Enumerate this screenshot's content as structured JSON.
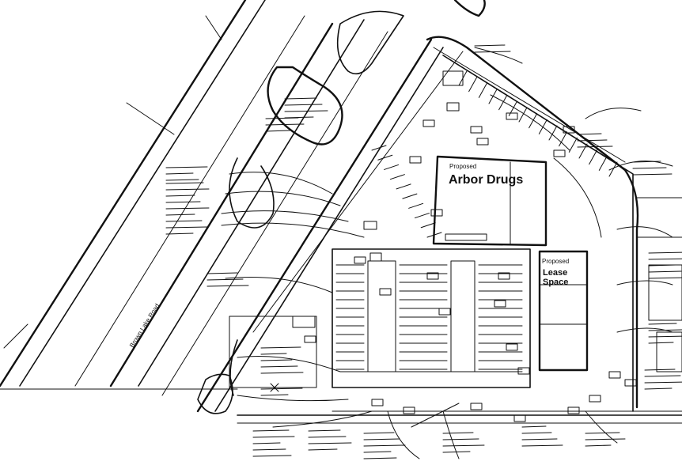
{
  "plan": {
    "road_label": "Brown Lake Road",
    "buildings": [
      {
        "id": "arbor",
        "proposed": "Proposed",
        "name": "Arbor Drugs"
      },
      {
        "id": "lease",
        "proposed": "Proposed",
        "name_line1": "Lease",
        "name_line2": "Space"
      }
    ]
  }
}
